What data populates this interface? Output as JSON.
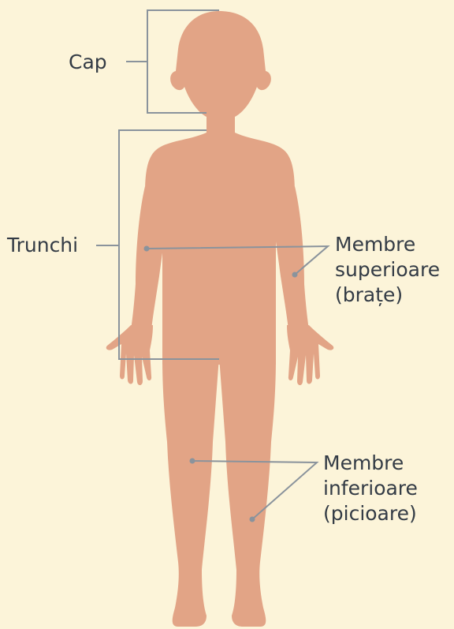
{
  "labels": {
    "cap": "Cap",
    "trunchi": "Trunchi",
    "membre_superioare": [
      "Membre",
      "superioare",
      "(brațe)"
    ],
    "membre_inferioare": [
      "Membre",
      "inferioare",
      "(picioare)"
    ]
  },
  "colors": {
    "background": "#fcf4d9",
    "body": "#e2a486",
    "bracket_line": "#8a939c",
    "text": "#333b45"
  }
}
